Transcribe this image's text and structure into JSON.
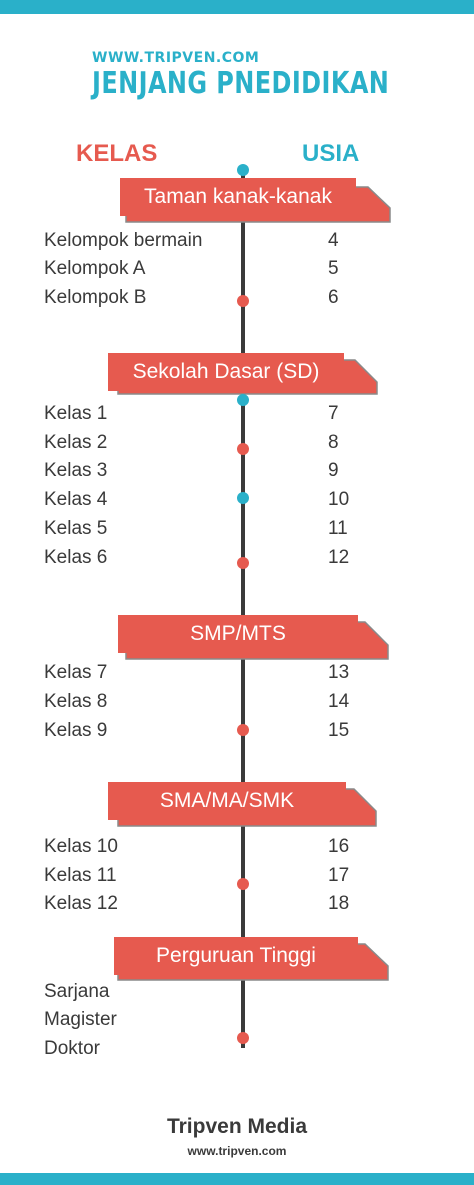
{
  "header": {
    "site": "WWW.TRIPVEN.COM",
    "title": "JENJANG PNEDIDIKAN",
    "col_kelas": "KELAS",
    "col_usia": "USIA"
  },
  "colors": {
    "accent_red": "#e65a4f",
    "accent_teal": "#2ab0c9",
    "line": "#3a3a3a"
  },
  "sections": [
    {
      "title": "Taman kanak-kanak",
      "rows": [
        {
          "name": "Kelompok bermain",
          "age": "4"
        },
        {
          "name": "Kelompok A",
          "age": "5"
        },
        {
          "name": "Kelompok B",
          "age": "6"
        }
      ]
    },
    {
      "title": "Sekolah Dasar (SD)",
      "rows": [
        {
          "name": "Kelas 1",
          "age": "7"
        },
        {
          "name": "Kelas 2",
          "age": "8"
        },
        {
          "name": "Kelas 3",
          "age": "9"
        },
        {
          "name": "Kelas 4",
          "age": "10"
        },
        {
          "name": "Kelas 5",
          "age": "11"
        },
        {
          "name": "Kelas 6",
          "age": "12"
        }
      ]
    },
    {
      "title": "SMP/MTS",
      "rows": [
        {
          "name": "Kelas 7",
          "age": "13"
        },
        {
          "name": "Kelas 8",
          "age": "14"
        },
        {
          "name": "Kelas 9",
          "age": "15"
        }
      ]
    },
    {
      "title": "SMA/MA/SMK",
      "rows": [
        {
          "name": "Kelas 10",
          "age": "16"
        },
        {
          "name": "Kelas 11",
          "age": "17"
        },
        {
          "name": "Kelas 12",
          "age": "18"
        }
      ]
    },
    {
      "title": "Perguruan Tinggi",
      "rows": [
        {
          "name": "Sarjana",
          "age": ""
        },
        {
          "name": "Magister",
          "age": ""
        },
        {
          "name": "Doktor",
          "age": ""
        }
      ]
    }
  ],
  "footer": {
    "brand": "Tripven Media",
    "site": "www.tripven.com"
  }
}
